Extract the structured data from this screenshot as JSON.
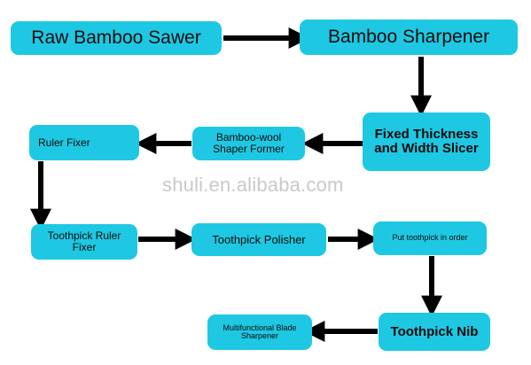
{
  "diagram": {
    "nodes": [
      {
        "id": "raw-bamboo-sawer",
        "label": "Raw Bamboo Sawer"
      },
      {
        "id": "bamboo-sharpener",
        "label": "Bamboo Sharpener"
      },
      {
        "id": "fixed-thickness-width-slicer",
        "label": "Fixed Thickness and Width Slicer"
      },
      {
        "id": "bamboo-wool-shaper-former",
        "label": "Bamboo-wool Shaper Former"
      },
      {
        "id": "ruler-fixer",
        "label": "Ruler Fixer"
      },
      {
        "id": "toothpick-ruler-fixer",
        "label": "Toothpick Ruler Fixer"
      },
      {
        "id": "toothpick-polisher",
        "label": "Toothpick Polisher"
      },
      {
        "id": "put-toothpick-in-order",
        "label": "Put toothpick in order"
      },
      {
        "id": "toothpick-nib",
        "label": "Toothpick Nib"
      },
      {
        "id": "multifunctional-blade-sharpener",
        "label": "Multifunctional Blade Sharpener"
      }
    ],
    "edges": [
      {
        "from": "raw-bamboo-sawer",
        "to": "bamboo-sharpener"
      },
      {
        "from": "bamboo-sharpener",
        "to": "fixed-thickness-width-slicer"
      },
      {
        "from": "fixed-thickness-width-slicer",
        "to": "bamboo-wool-shaper-former"
      },
      {
        "from": "bamboo-wool-shaper-former",
        "to": "ruler-fixer"
      },
      {
        "from": "ruler-fixer",
        "to": "toothpick-ruler-fixer"
      },
      {
        "from": "toothpick-ruler-fixer",
        "to": "toothpick-polisher"
      },
      {
        "from": "toothpick-polisher",
        "to": "put-toothpick-in-order"
      },
      {
        "from": "put-toothpick-in-order",
        "to": "toothpick-nib"
      },
      {
        "from": "toothpick-nib",
        "to": "multifunctional-blade-sharpener"
      }
    ],
    "watermark": "shuli.en.alibaba.com",
    "colors": {
      "node_fill": "#1ec8e3",
      "arrow": "#000000",
      "text": "#0b0b0b",
      "watermark": "#c9c9c9"
    }
  }
}
